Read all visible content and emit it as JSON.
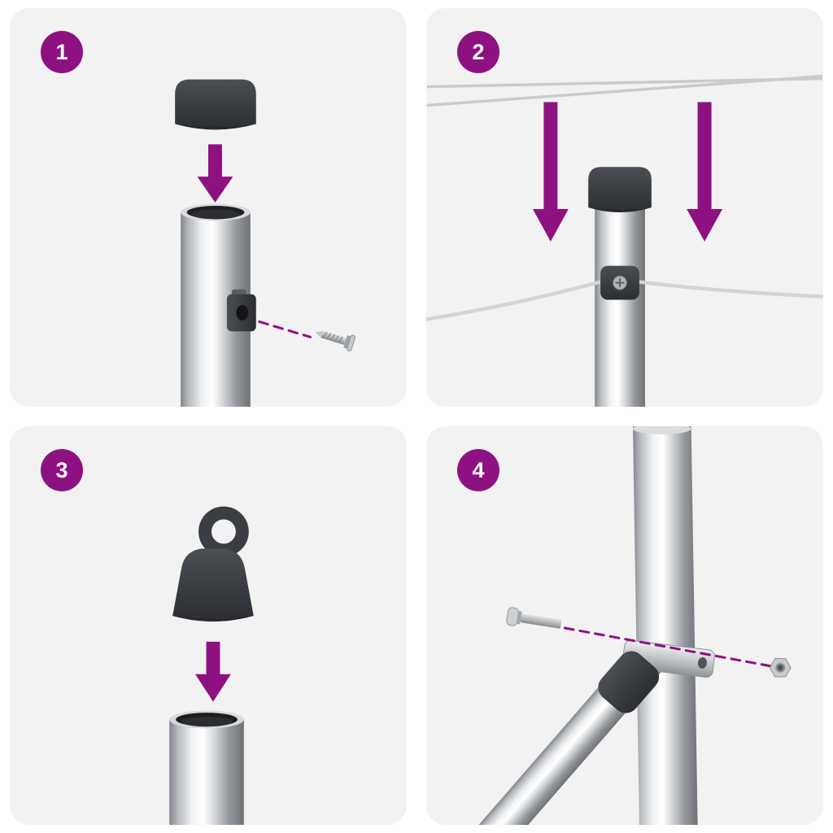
{
  "colors": {
    "accent": "#8e1182",
    "page_bg": "#ffffff",
    "panel_bg": "#f2f2f2",
    "part_dark": "#3a3d42",
    "wire": "#d2d4d6"
  },
  "icons": {
    "down_arrow_icon": "▼",
    "dashed_guide": "- - -"
  },
  "steps": [
    {
      "number": "1"
    },
    {
      "number": "2"
    },
    {
      "number": "3"
    },
    {
      "number": "4"
    }
  ]
}
